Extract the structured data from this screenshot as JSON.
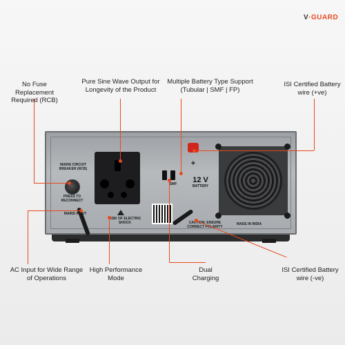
{
  "brand": {
    "name_a": "V",
    "name_b": "·GUARD"
  },
  "callouts": {
    "fuse": "No Fuse Replacement Required (RCB)",
    "sine": "Pure Sine Wave Output for Longevity of the Product",
    "battery_type": "Multiple Battery Type Support (Tubular | SMF | FP)",
    "isi_pos": "ISI Certified Battery wire (+ve)",
    "ac_input": "AC Input for Wide Range of Operations",
    "high_perf": "High Performance Mode",
    "dual": "Dual Charging",
    "isi_neg": "ISI Certified Battery wire (-ve)"
  },
  "panel": {
    "breaker": "MAINS CIRCUIT BREAKER (RCB)",
    "reset": "PRESS TO RECONNECT",
    "mains": "MAINS INPUT",
    "voltage": "12 V",
    "battery": "BATTERY",
    "plus": "+",
    "danger": "RISK OF ELECTRIC SHOCK",
    "caution": "CAUTION: ENSURE CORRECT POLARITY",
    "made_in": "MADE IN INDIA",
    "smf": "SMF"
  },
  "colors": {
    "accent": "#e8491d"
  }
}
